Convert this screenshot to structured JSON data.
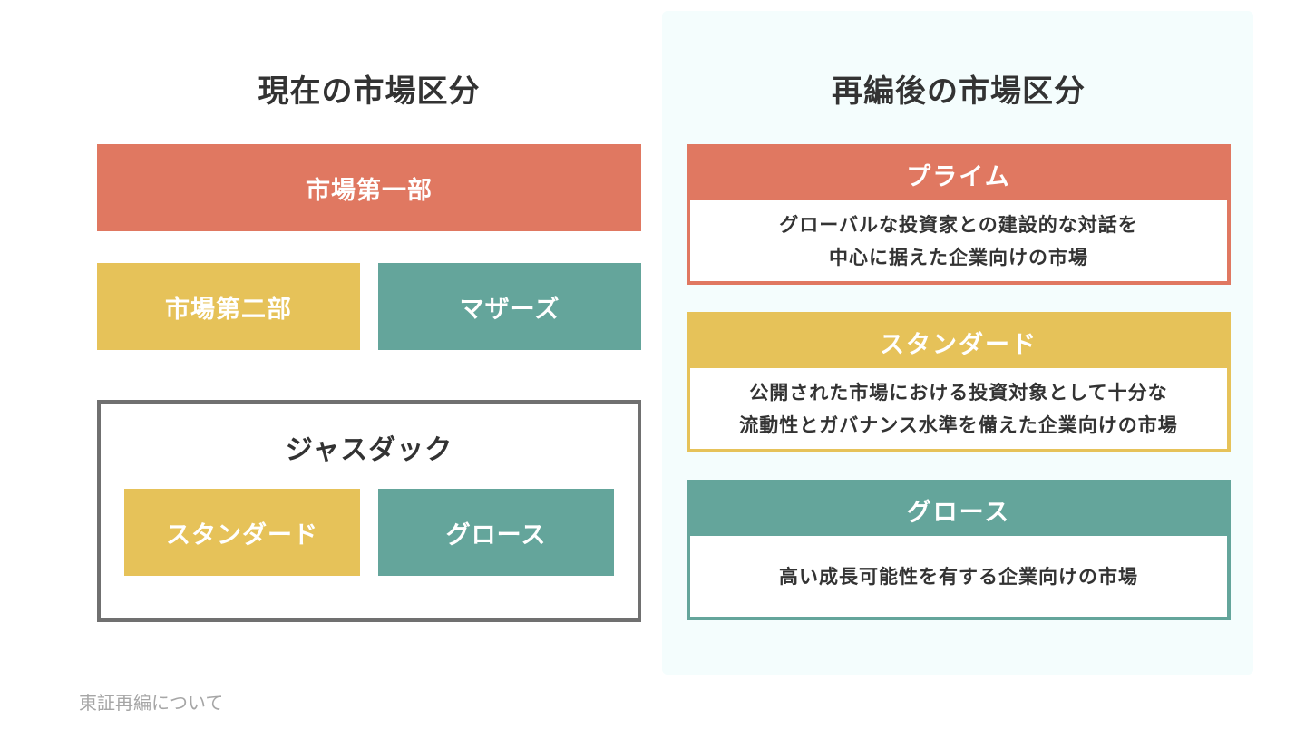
{
  "colors": {
    "red": "#e07861",
    "yellow": "#e6c259",
    "teal": "#64a59b",
    "border_gray": "#707070",
    "text_dark": "#333333",
    "footer_gray": "#a6a6a6"
  },
  "current": {
    "title": "現在の市場区分",
    "first_section": "市場第一部",
    "second_section": "市場第二部",
    "mothers": "マザーズ",
    "jasdaq": {
      "title": "ジャスダック",
      "standard": "スタンダード",
      "growth": "グロース"
    }
  },
  "reorganized": {
    "title": "再編後の市場区分",
    "markets": [
      {
        "name": "プライム",
        "description_lines": [
          "グローバルな投資家との建設的な対話を",
          "中心に据えた企業向けの市場"
        ]
      },
      {
        "name": "スタンダード",
        "description_lines": [
          "公開された市場における投資対象として十分な",
          "流動性とガバナンス水準を備えた企業向けの市場"
        ]
      },
      {
        "name": "グロース",
        "description_lines": [
          "高い成長可能性を有する企業向けの市場"
        ]
      }
    ]
  },
  "footer": "東証再編について"
}
